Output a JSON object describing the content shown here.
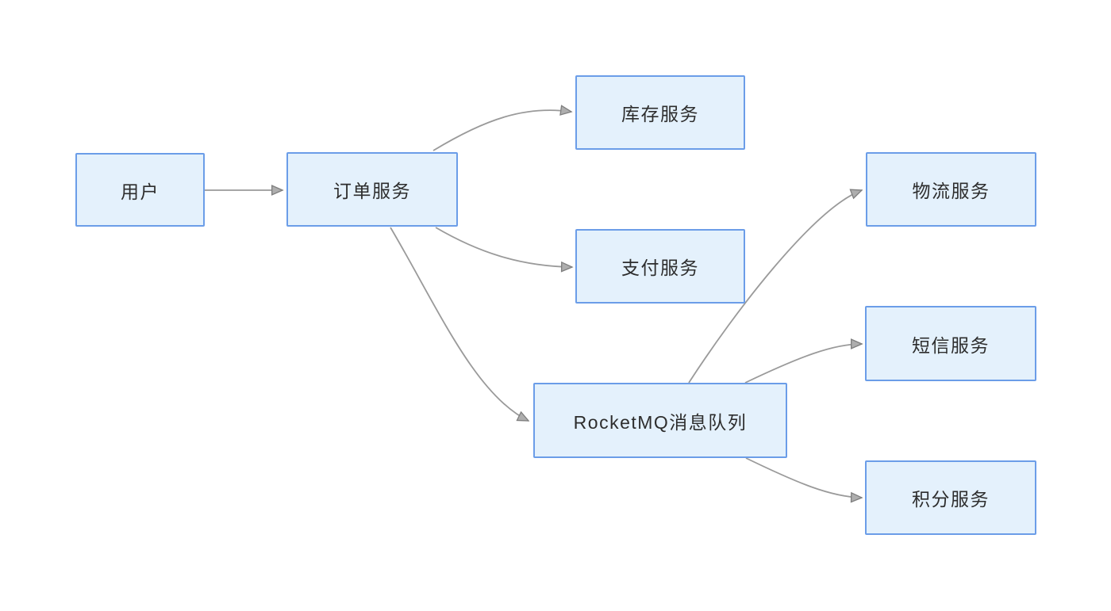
{
  "page": {
    "background": "#ffffff"
  },
  "diagram": {
    "type": "flowchart",
    "nodes": [
      {
        "id": "user",
        "label": "用户"
      },
      {
        "id": "order-service",
        "label": "订单服务"
      },
      {
        "id": "inventory-service",
        "label": "库存服务"
      },
      {
        "id": "payment-service",
        "label": "支付服务"
      },
      {
        "id": "rocketmq-queue",
        "label": "RocketMQ消息队列"
      },
      {
        "id": "logistics-service",
        "label": "物流服务"
      },
      {
        "id": "sms-service",
        "label": "短信服务"
      },
      {
        "id": "points-service",
        "label": "积分服务"
      }
    ],
    "edges": [
      {
        "from": "user",
        "to": "order-service"
      },
      {
        "from": "order-service",
        "to": "inventory-service"
      },
      {
        "from": "order-service",
        "to": "payment-service"
      },
      {
        "from": "order-service",
        "to": "rocketmq-queue"
      },
      {
        "from": "rocketmq-queue",
        "to": "logistics-service"
      },
      {
        "from": "rocketmq-queue",
        "to": "sms-service"
      },
      {
        "from": "rocketmq-queue",
        "to": "points-service"
      }
    ],
    "colors": {
      "node_fill": "#e4f1fc",
      "node_border": "#6b9de8",
      "edge_stroke": "#9a9a9a",
      "arrow_fill": "#aeaeae",
      "arrow_stroke": "#7f7f7f",
      "text": "#2d2d2d",
      "background": "#ffffff"
    }
  }
}
